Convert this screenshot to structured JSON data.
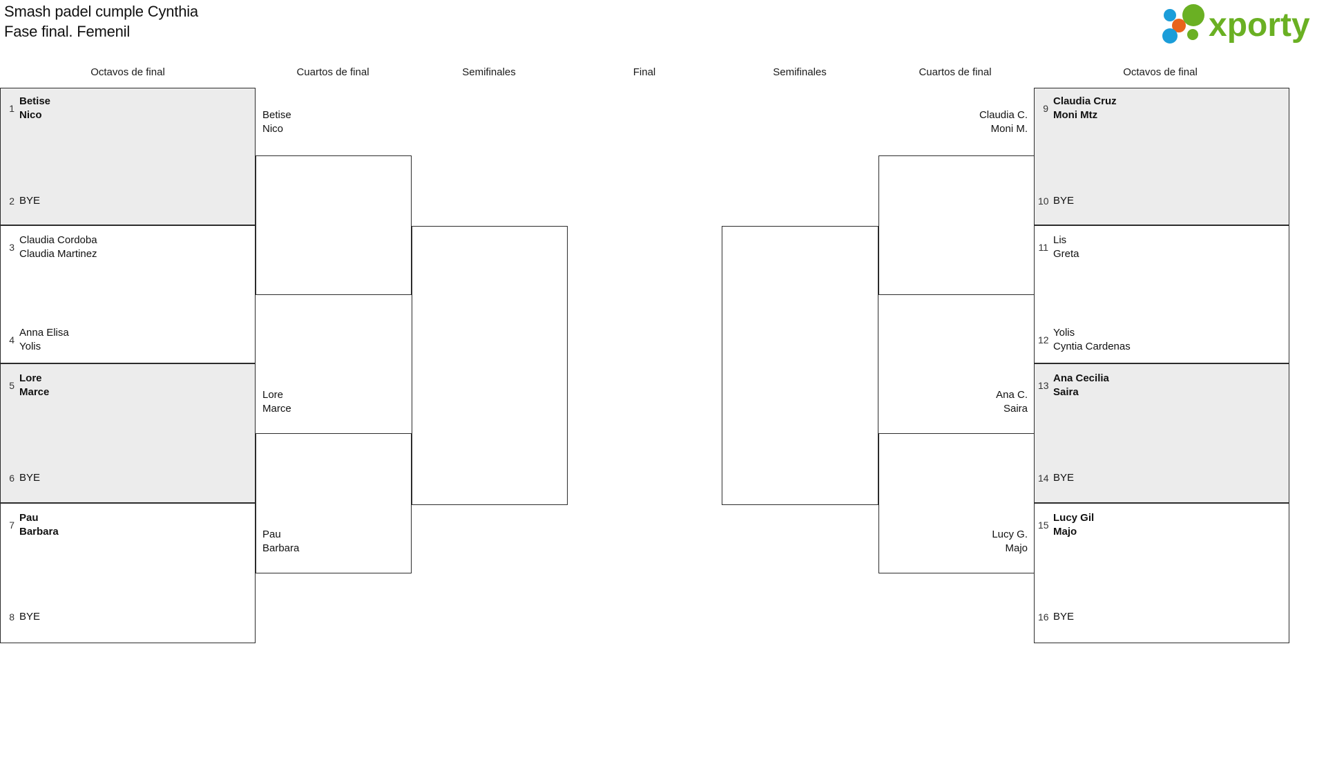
{
  "header": {
    "title_line1": "Smash padel cumple Cynthia",
    "title_line2": "Fase final. Femenil",
    "logo_text": "xporty",
    "logo_colors": {
      "green": "#6ab023",
      "blue": "#1b9dd9",
      "orange": "#e8641c"
    }
  },
  "rounds": {
    "left": [
      {
        "label": "Octavos de final"
      },
      {
        "label": "Cuartos de final"
      },
      {
        "label": "Semifinales"
      }
    ],
    "center": {
      "label": "Final"
    },
    "right": [
      {
        "label": "Semifinales"
      },
      {
        "label": "Cuartos de final"
      },
      {
        "label": "Octavos de final"
      }
    ]
  },
  "colors": {
    "shaded_row": "#ececec",
    "border": "#2b2b2b",
    "text": "#111111",
    "seed_text": "#333333"
  },
  "bracket": {
    "left": {
      "r16": [
        {
          "seed": "1",
          "players": [
            "Betise",
            "Nico"
          ],
          "winner": true,
          "bye": false
        },
        {
          "seed": "2",
          "players": [
            "BYE"
          ],
          "winner": false,
          "bye": true
        },
        {
          "seed": "3",
          "players": [
            "Claudia Cordoba",
            "Claudia Martinez"
          ],
          "winner": false,
          "bye": false
        },
        {
          "seed": "4",
          "players": [
            "Anna Elisa",
            "Yolis"
          ],
          "winner": false,
          "bye": false
        },
        {
          "seed": "5",
          "players": [
            "Lore",
            "Marce"
          ],
          "winner": true,
          "bye": false
        },
        {
          "seed": "6",
          "players": [
            "BYE"
          ],
          "winner": false,
          "bye": true
        },
        {
          "seed": "7",
          "players": [
            "Pau",
            "Barbara"
          ],
          "winner": true,
          "bye": false
        },
        {
          "seed": "8",
          "players": [
            "BYE"
          ],
          "winner": false,
          "bye": true
        }
      ],
      "quarters": [
        {
          "players": [
            "Betise",
            "Nico"
          ]
        },
        {
          "players": [
            "Lore",
            "Marce"
          ]
        },
        {
          "players": [
            "Pau",
            "Barbara"
          ]
        }
      ]
    },
    "right": {
      "r16": [
        {
          "seed": "9",
          "players": [
            "Claudia Cruz",
            "Moni Mtz"
          ],
          "winner": true,
          "bye": false
        },
        {
          "seed": "10",
          "players": [
            "BYE"
          ],
          "winner": false,
          "bye": true
        },
        {
          "seed": "11",
          "players": [
            "Lis",
            "Greta"
          ],
          "winner": false,
          "bye": false
        },
        {
          "seed": "12",
          "players": [
            "Yolis",
            "Cyntia Cardenas"
          ],
          "winner": false,
          "bye": false
        },
        {
          "seed": "13",
          "players": [
            "Ana Cecilia",
            "Saira"
          ],
          "winner": true,
          "bye": false
        },
        {
          "seed": "14",
          "players": [
            "BYE"
          ],
          "winner": false,
          "bye": true
        },
        {
          "seed": "15",
          "players": [
            "Lucy Gil",
            "Majo"
          ],
          "winner": true,
          "bye": false
        },
        {
          "seed": "16",
          "players": [
            "BYE"
          ],
          "winner": false,
          "bye": true
        }
      ],
      "quarters": [
        {
          "players": [
            "Claudia C.",
            "Moni M."
          ]
        },
        {
          "players": [
            "Ana C.",
            "Saira"
          ]
        },
        {
          "players": [
            "Lucy G.",
            "Majo"
          ]
        }
      ]
    }
  }
}
